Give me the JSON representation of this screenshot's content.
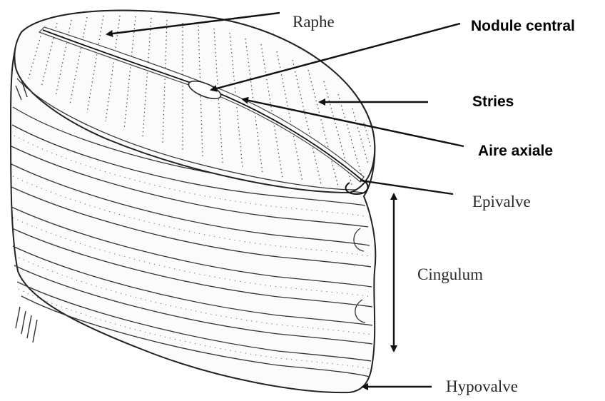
{
  "labels": {
    "raphe": "Raphe",
    "nodule_central": "Nodule central",
    "stries": "Stries",
    "aire_axiale": "Aire axiale",
    "epivalve": "Epivalve",
    "cingulum": "Cingulum",
    "hypovalve": "Hypovalve"
  },
  "colors": {
    "ink": "#222222",
    "paper": "#ffffff"
  }
}
